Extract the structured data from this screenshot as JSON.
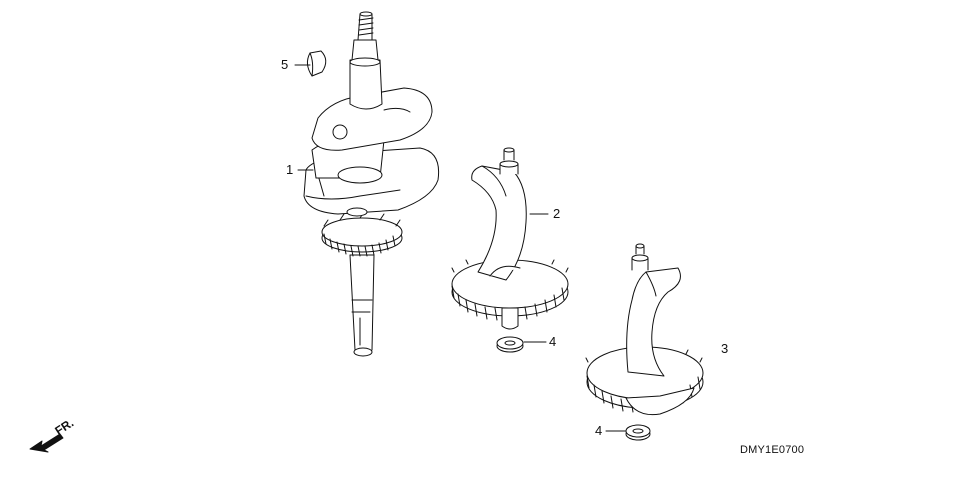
{
  "callouts": {
    "c1": "1",
    "c2": "2",
    "c3": "3",
    "c4a": "4",
    "c4b": "4",
    "c5": "5"
  },
  "direction_marker": {
    "text": "FR.",
    "icon": "front-arrow-icon"
  },
  "diagram_code": "DMY1E0700",
  "colors": {
    "line": "#111111",
    "paper": "#ffffff"
  }
}
